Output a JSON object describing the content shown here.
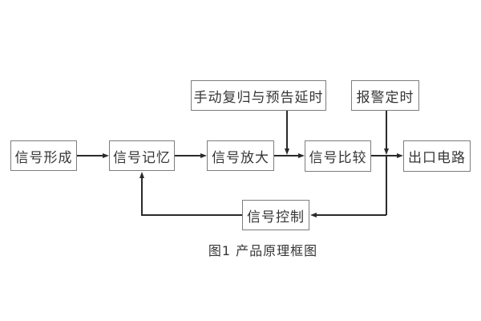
{
  "diagram": {
    "caption": "图1 产品原理框图",
    "nodes": {
      "signal_formation": {
        "label": "信号形成"
      },
      "signal_memory": {
        "label": "信号记忆"
      },
      "signal_amplify": {
        "label": "信号放大"
      },
      "signal_compare": {
        "label": "信号比较"
      },
      "output_circuit": {
        "label": "出口电路"
      },
      "manual_reset_delay": {
        "label": "手动复归与预告延时"
      },
      "alarm_timing": {
        "label": "报警定时"
      },
      "signal_control": {
        "label": "信号控制"
      }
    },
    "flow": [
      "信号形成 → 信号记忆 → 信号放大 → 信号比较 → 出口电路",
      "手动复归与预告延时 → (信号放大→信号比较 连线)",
      "报警定时 → (信号比较→出口电路 连线)",
      "信号比较输出 → 信号控制 → 信号记忆"
    ],
    "colors": {
      "background": "#ffffff",
      "box_border": "#7d7d7d",
      "text": "#363636",
      "line": "#2a2a2a"
    }
  }
}
